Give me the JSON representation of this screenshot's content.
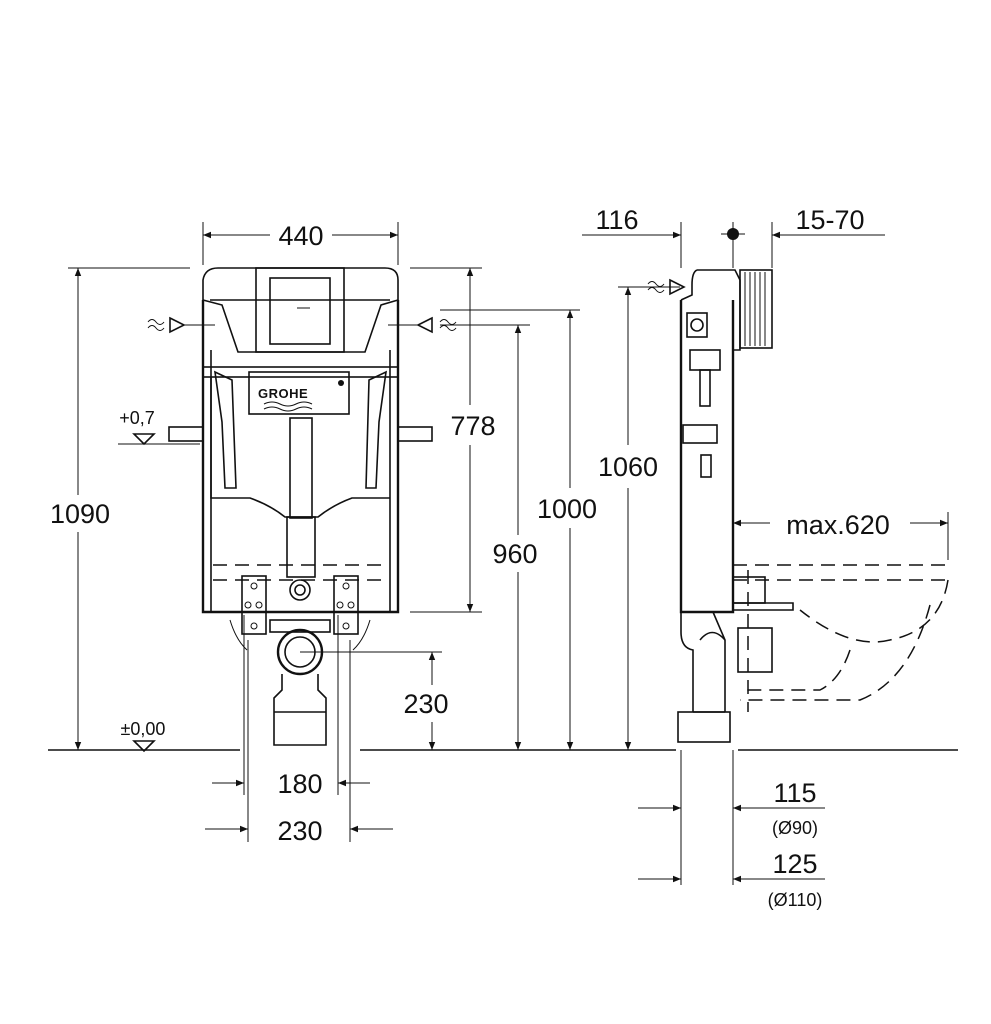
{
  "brand": "GROHE",
  "front_view": {
    "width_label": "440",
    "total_height_label": "1090",
    "cistern_height_label": "778",
    "height_960_label": "960",
    "height_1000_label": "1000",
    "outlet_height_label": "230",
    "foot_spacing_inner_label": "180",
    "foot_spacing_outer_label": "230",
    "level_upper_label": "+0,7",
    "level_floor_label": "±0,00"
  },
  "side_view": {
    "depth_label": "116",
    "plate_offset_label": "15-70",
    "inlet_height_label": "1060",
    "bowl_projection_label": "max.620",
    "outlet_90_depth_label": "115",
    "outlet_90_diameter_label": "(Ø90)",
    "outlet_110_depth_label": "125",
    "outlet_110_diameter_label": "(Ø110)"
  }
}
